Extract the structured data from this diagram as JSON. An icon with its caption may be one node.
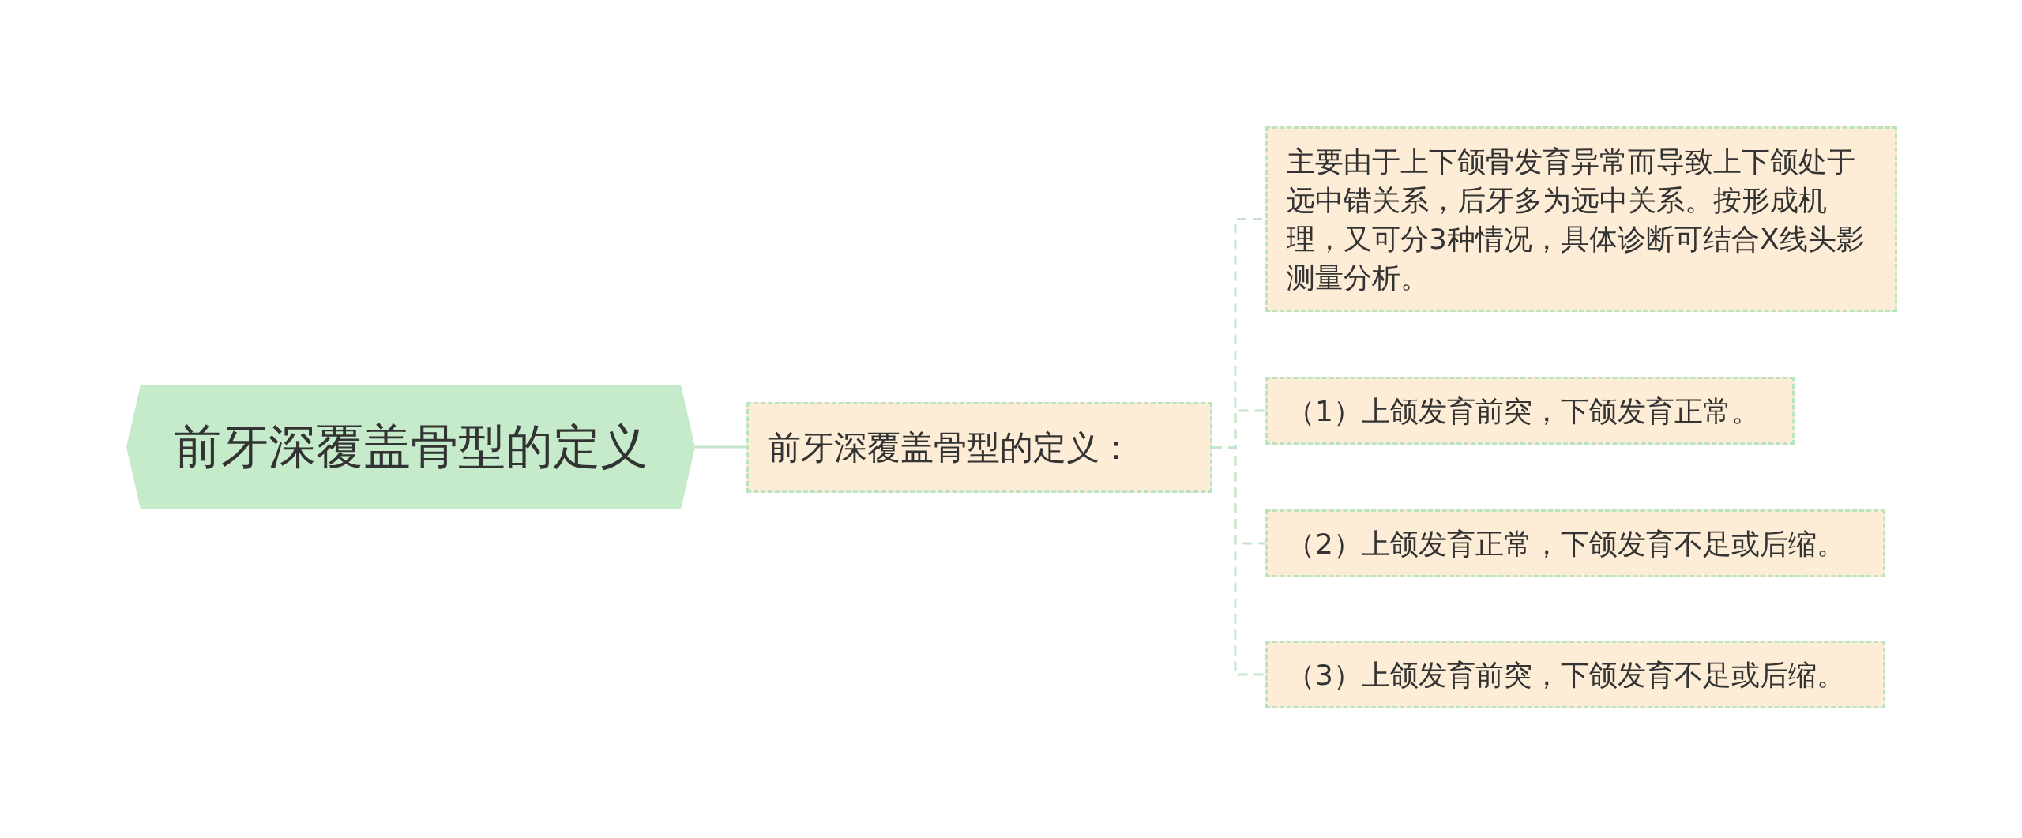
{
  "diagram": {
    "nodes": [
      {
        "text": [
          "前牙深覆盖骨型的定义"
        ]
      },
      {
        "text": [
          "前牙深覆盖骨型的定义："
        ]
      },
      {
        "text": [
          "主要由于上下颌骨发育异常而导致上下颌处于远中错关系，后牙多为远中关系。按形成机理，又可分3种情况，具体诊断可结合X线头影测量分析。"
        ]
      },
      {
        "text": [
          "（1）上颌发育前突，下颌发育正常。"
        ]
      },
      {
        "text": [
          "（2）上颌发育正常，下颌发育不足或后缩。"
        ]
      },
      {
        "text": [
          "（3）上颌发育前突，下颌发育不足或后缩。"
        ]
      }
    ],
    "edges": [
      {
        "from": 0,
        "to": 1,
        "arrow": "none"
      },
      {
        "from": 1,
        "to": 2,
        "arrow": "none",
        "style": "dashed"
      },
      {
        "from": 1,
        "to": 3,
        "arrow": "none",
        "style": "dashed"
      },
      {
        "from": 1,
        "to": 4,
        "arrow": "none",
        "style": "dashed"
      },
      {
        "from": 1,
        "to": 5,
        "arrow": "none",
        "style": "dashed"
      }
    ]
  }
}
